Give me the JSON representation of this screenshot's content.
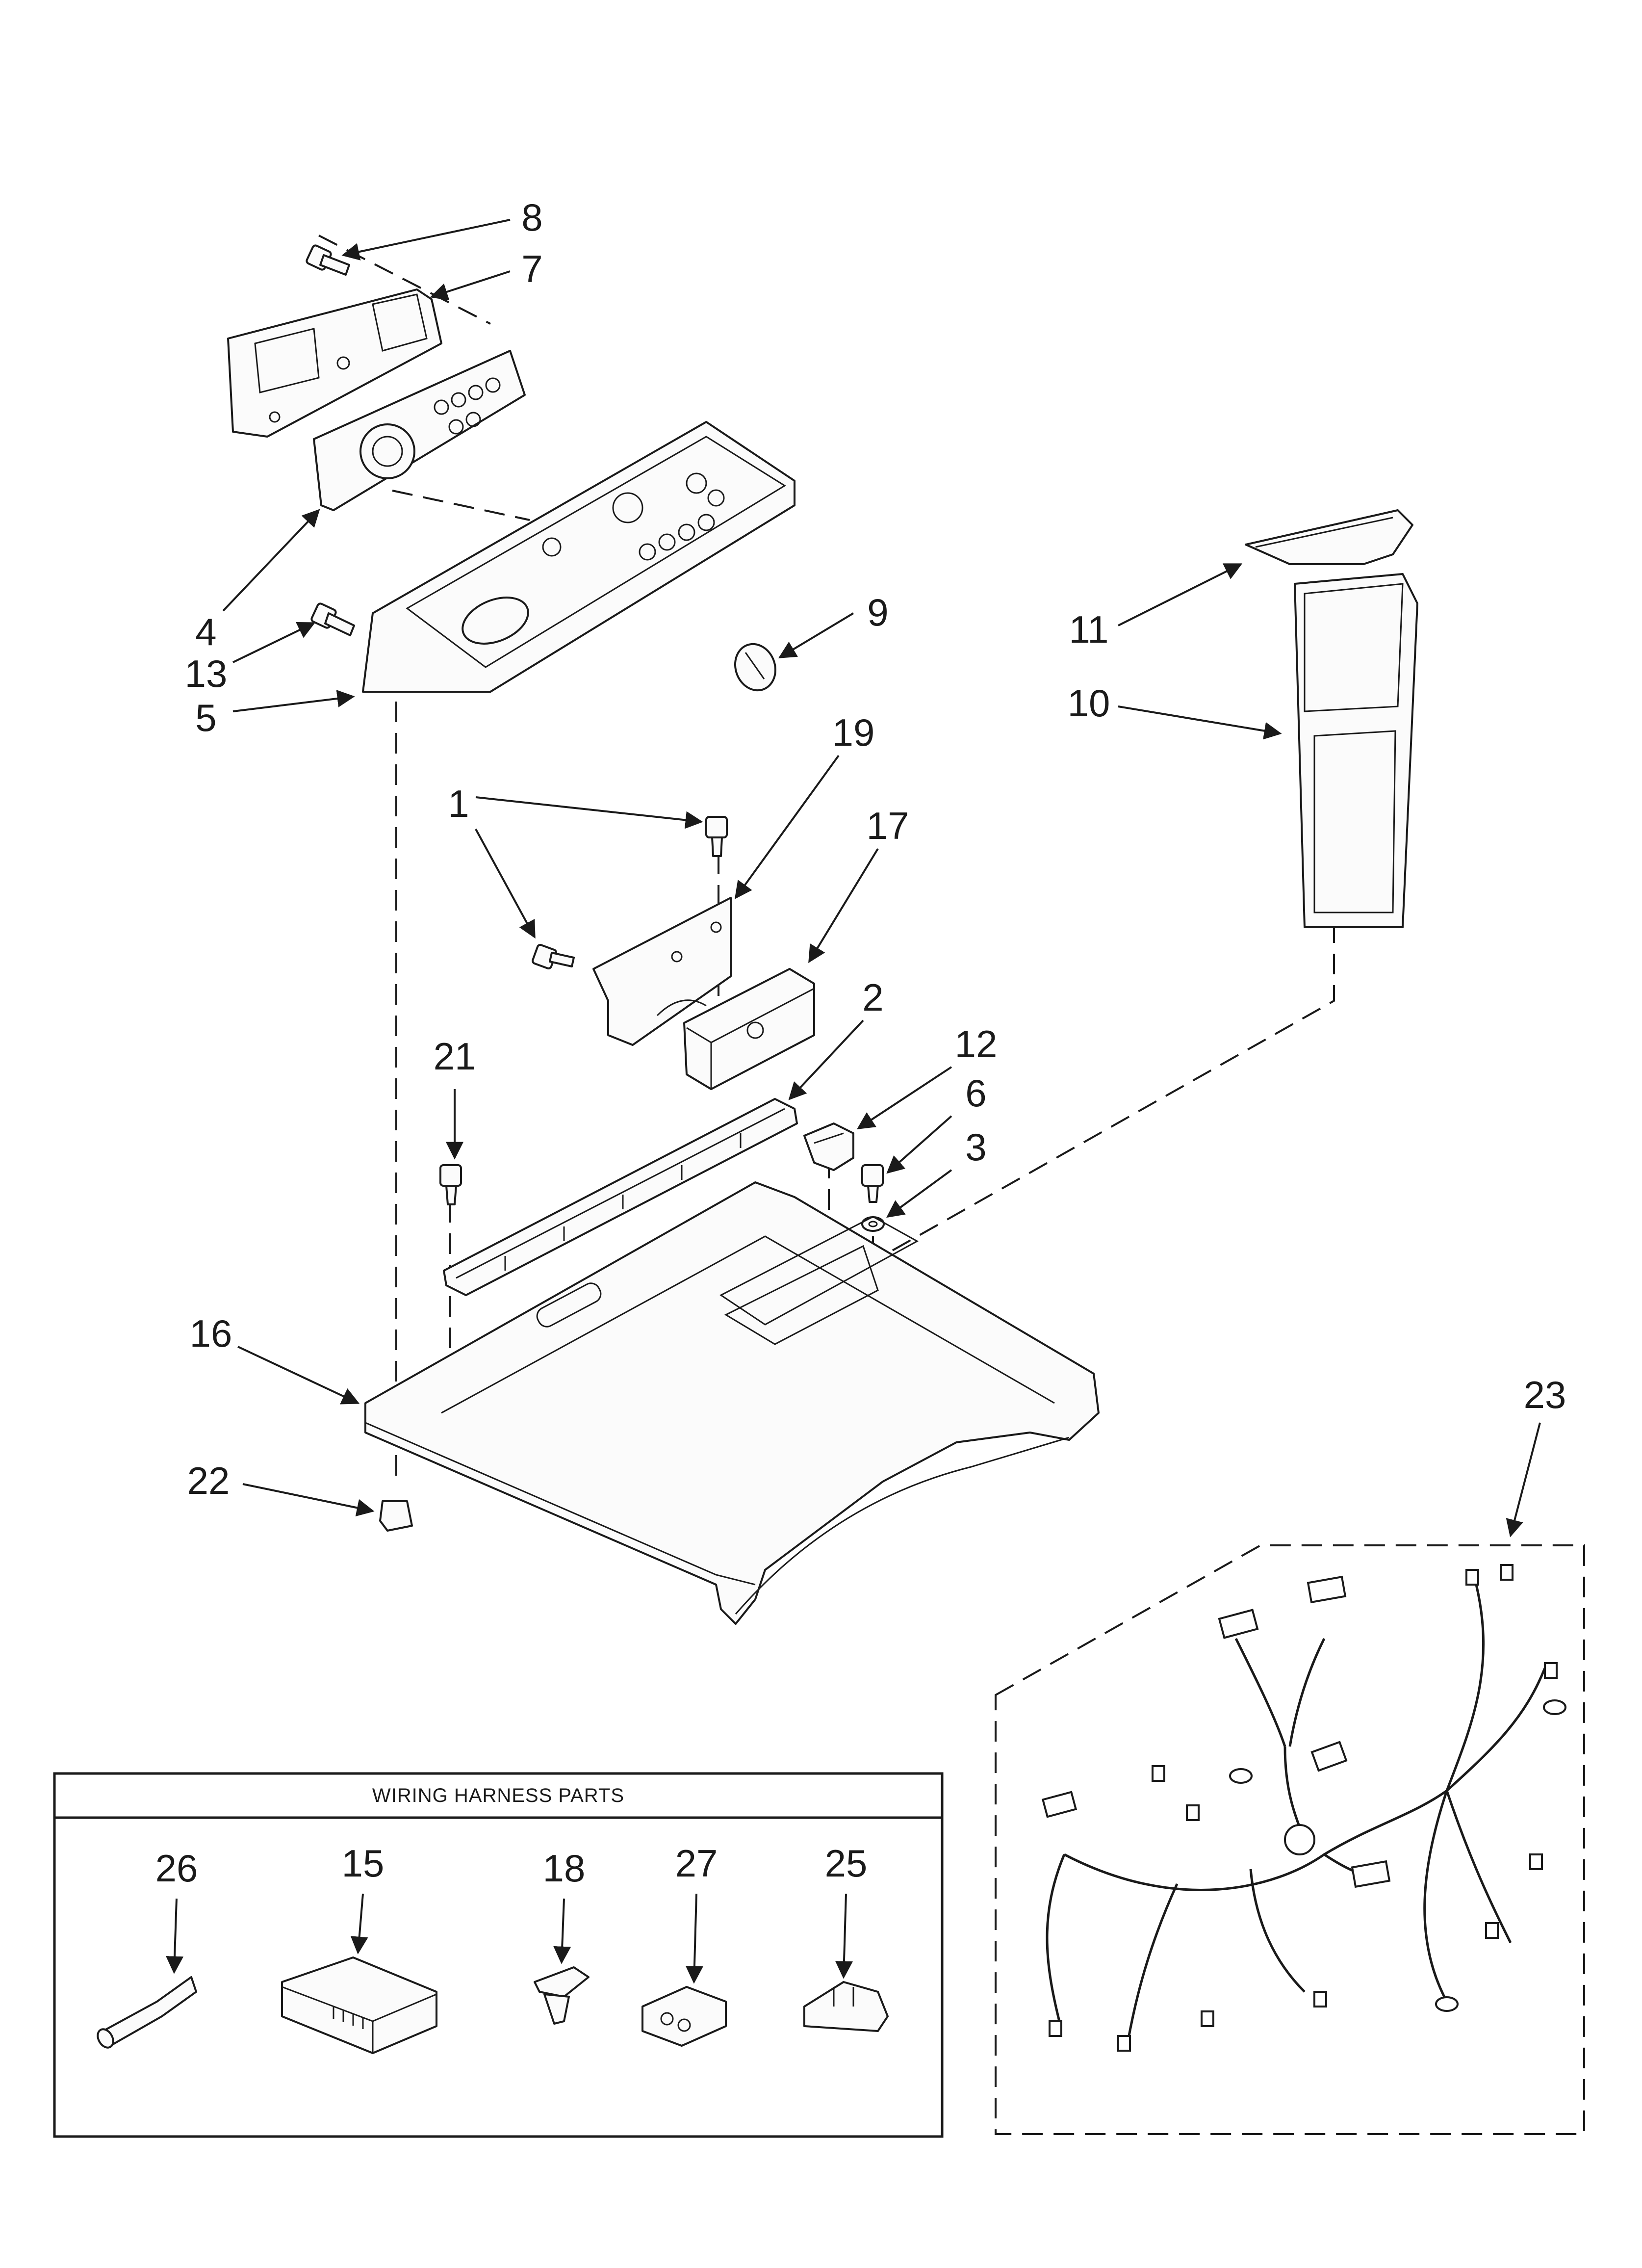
{
  "callouts": {
    "c1": "1",
    "c2": "2",
    "c3": "3",
    "c4": "4",
    "c5": "5",
    "c6": "6",
    "c7": "7",
    "c8": "8",
    "c9": "9",
    "c10": "10",
    "c11": "11",
    "c12": "12",
    "c13": "13",
    "c15": "15",
    "c16": "16",
    "c17": "17",
    "c18": "18",
    "c19": "19",
    "c21": "21",
    "c22": "22",
    "c23": "23",
    "c25": "25",
    "c26": "26",
    "c27": "27"
  },
  "wiring_harness_box": {
    "title": "WIRING HARNESS PARTS"
  }
}
